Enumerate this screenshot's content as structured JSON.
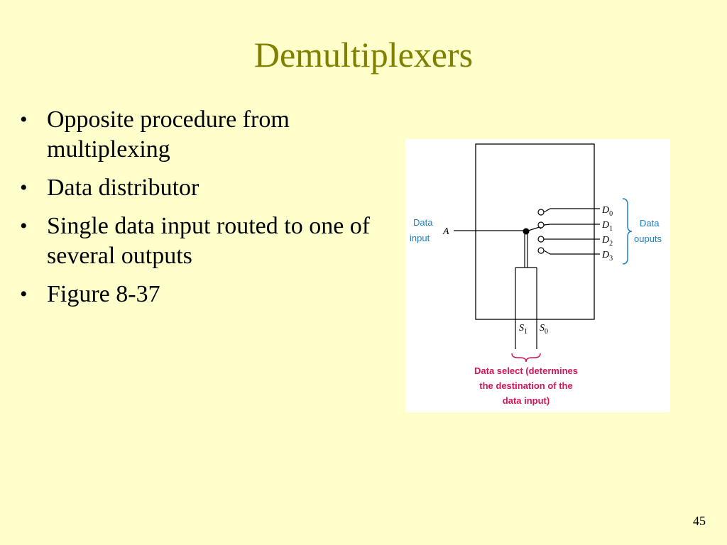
{
  "slide": {
    "title": "Demultiplexers",
    "page_number": "45"
  },
  "bullets": [
    "Opposite procedure from multiplexing",
    "Data distributor",
    "Single data input routed to one of several outputs",
    "Figure 8-37"
  ],
  "figure": {
    "input_label_line1": "Data",
    "input_label_line2": "input",
    "input_var": "A",
    "outputs": [
      {
        "letter": "D",
        "sub": "0"
      },
      {
        "letter": "D",
        "sub": "1"
      },
      {
        "letter": "D",
        "sub": "2"
      },
      {
        "letter": "D",
        "sub": "3"
      }
    ],
    "outputs_label_line1": "Data",
    "outputs_label_line2": "ouputs",
    "selects": [
      {
        "letter": "S",
        "sub": "1"
      },
      {
        "letter": "S",
        "sub": "0"
      }
    ],
    "select_caption_line1": "Data select (determines",
    "select_caption_line2": "the destination of the",
    "select_caption_line3": "data input)",
    "colors": {
      "label_blue": "#1E7FC8",
      "caption_magenta": "#D4145A"
    }
  }
}
